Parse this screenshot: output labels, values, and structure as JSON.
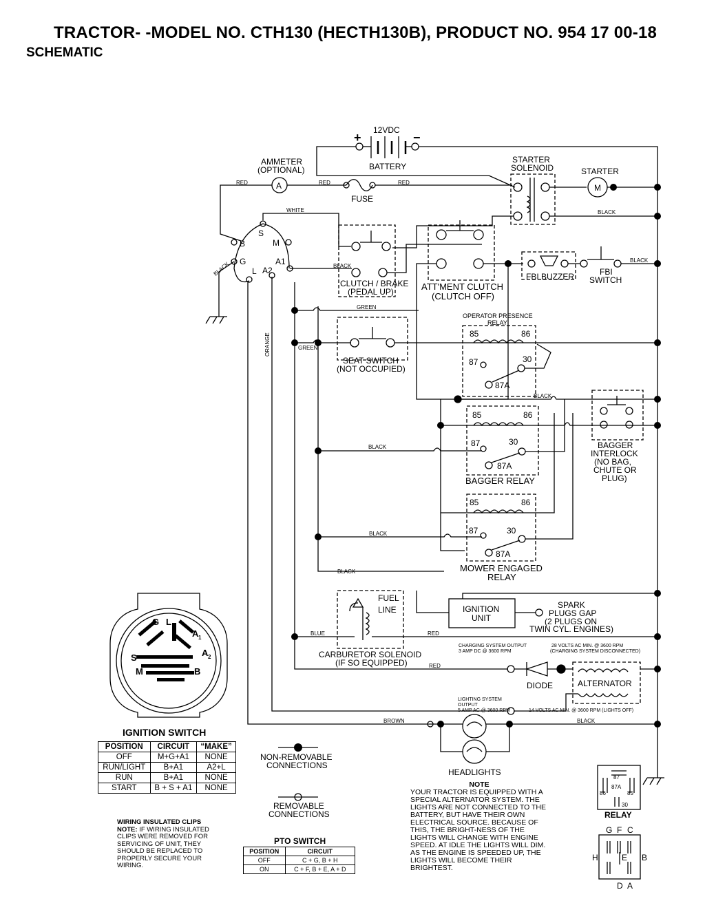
{
  "header": {
    "title": "TRACTOR- -MODEL NO. CTH130 (HECTH130B), PRODUCT NO. 954 17 00-18",
    "subtitle": "SCHEMATIC"
  },
  "components": {
    "battery_voltage": "12VDC",
    "battery": "BATTERY",
    "plus": "+",
    "minus": "−",
    "ammeter_line1": "AMMETER",
    "ammeter_line2": "(OPTIONAL)",
    "ammeter_symbol": "A",
    "fuse": "FUSE",
    "starter_solenoid_line1": "STARTER",
    "starter_solenoid_line2": "SOLENOID",
    "starter": "STARTER",
    "starter_symbol": "M",
    "clutch_brake_line1": "CLUTCH / BRAKE",
    "clutch_brake_line2": "(PEDAL UP)",
    "attment_clutch_line1": "ATT'MENT CLUTCH",
    "attment_clutch_line2": "(CLUTCH OFF)",
    "fbi_buzzer": "FBI BUZZER",
    "fbi_switch_line1": "FBI",
    "fbi_switch_line2": "SWITCH",
    "seat_switch_line1": "SEAT SWITCH",
    "seat_switch_line2": "(NOT OCCUPIED)",
    "op_relay_line1": "OPERATOR PRESENCE",
    "op_relay_line2": "RELAY",
    "bagger_relay": "BAGGER RELAY",
    "bagger_interlock": [
      "BAGGER",
      "INTERLOCK",
      "(NO BAG,",
      "CHUTE OR",
      "PLUG)"
    ],
    "mower_relay_line1": "MOWER ENGAGED",
    "mower_relay_line2": "RELAY",
    "fuel_line_line1": "FUEL",
    "fuel_line_line2": "LINE",
    "ignition_unit_line1": "IGNITION",
    "ignition_unit_line2": "UNIT",
    "spark_plugs": [
      "SPARK",
      "PLUGS GAP",
      "(2 PLUGS ON",
      "TWIN CYL. ENGINES)"
    ],
    "carb_solenoid_line1": "CARBURETOR SOLENOID",
    "carb_solenoid_line2": "(IF SO EQUIPPED)",
    "charging_output_line1": "CHARGING SYSTEM OUTPUT",
    "charging_output_line2": "3 AMP DC @ 3600 RPM",
    "volts28_line1": "28 VOLTS AC MIN. @ 3600 RPM",
    "volts28_line2": "(CHARGING SYSTEM DISCONNECTED)",
    "diode": "DIODE",
    "alternator": "ALTERNATOR",
    "lighting_output_line1": "LIGHTING SYSTEM",
    "lighting_output_line2": "OUTPUT",
    "lighting_output_line3": "5 AMP AC @ 3600 RPM",
    "volts14": "14 VOLTS AC MIN. @ 3600 RPM (LIGHTS OFF)",
    "headlights": "HEADLIGHTS",
    "relay_85": "85",
    "relay_86": "86",
    "relay_87": "87",
    "relay_30": "30",
    "relay_87a": "87A"
  },
  "wires": {
    "red": "RED",
    "white": "WHITE",
    "black": "BLACK",
    "green": "GREEN",
    "orange": "ORANGE",
    "blue": "BLUE",
    "brown": "BROWN"
  },
  "ignition_terminals": {
    "S": "S",
    "M": "M",
    "B": "B",
    "G": "G",
    "L": "L",
    "A1": "A1",
    "A2": "A2"
  },
  "ignition_switch": {
    "title": "IGNITION SWITCH",
    "headers": [
      "POSITION",
      "CIRCUIT",
      "“MAKE”"
    ],
    "rows": [
      [
        "OFF",
        "M+G+A1",
        "NONE"
      ],
      [
        "RUN/LIGHT",
        "B+A1",
        "A2+L"
      ],
      [
        "RUN",
        "B+A1",
        "NONE"
      ],
      [
        "START",
        "B + S + A1",
        "NONE"
      ]
    ],
    "face_labels": {
      "G": "G",
      "L": "L",
      "A1": "A",
      "A1s": "1",
      "A2": "A",
      "A2s": "2",
      "S": "S",
      "M": "M",
      "B": "B"
    }
  },
  "pto_switch": {
    "title": "PTO SWITCH",
    "headers": [
      "POSITION",
      "CIRCUIT"
    ],
    "rows": [
      [
        "OFF",
        "C + G, B + H"
      ],
      [
        "ON",
        "C + F, B + E, A + D"
      ]
    ]
  },
  "legend": {
    "non_removable_line1": "NON-REMOVABLE",
    "non_removable_line2": "CONNECTIONS",
    "removable_line1": "REMOVABLE",
    "removable_line2": "CONNECTIONS"
  },
  "notes": {
    "clips_title": "WIRING INSULATED CLIPS",
    "clips_lead": "NOTE:",
    "clips_text": "IF WIRING INSULATED CLIPS WERE REMOVED FOR SERVICING OF UNIT, THEY SHOULD BE REPLACED TO PROPERLY SECURE YOUR WIRING.",
    "main_title": "NOTE",
    "main_text": "YOUR TRACTOR IS EQUIPPED WITH A SPECIAL ALTERNATOR SYSTEM. THE LIGHTS ARE NOT CONNECTED TO THE BATTERY, BUT HAVE THEIR OWN ELECTRICAL SOURCE. BECAUSE OF THIS, THE BRIGHT-NESS OF THE LIGHTS WILL CHANGE WITH ENGINE SPEED. AT IDLE THE LIGHTS WILL DIM. AS THE ENGINE IS SPEEDED UP, THE LIGHTS WILL BECOME THEIR BRIGHTEST."
  },
  "relay_legend": {
    "title": "RELAY",
    "p87": "87",
    "p87a": "87A",
    "p86": "86",
    "p85": "85",
    "p30": "30"
  },
  "pto_pins": {
    "G": "G",
    "F": "F",
    "C": "C",
    "H": "H",
    "E": "E",
    "B": "B",
    "D": "D",
    "A": "A"
  }
}
